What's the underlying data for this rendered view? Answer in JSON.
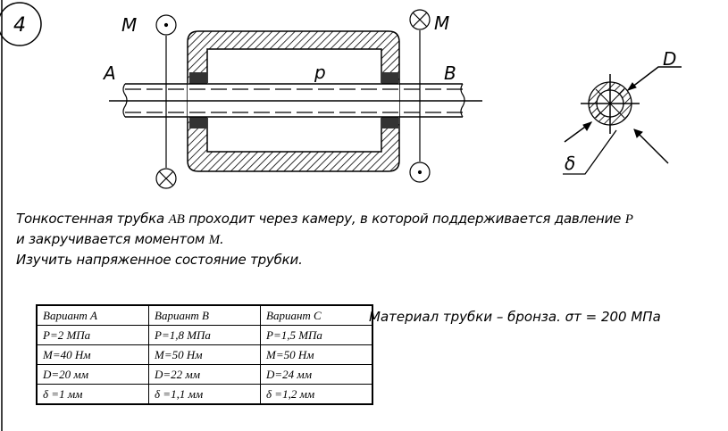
{
  "task_number": "4",
  "drawing_labels": {
    "moment_left": "M",
    "moment_right": "M",
    "end_a": "A",
    "end_b": "B",
    "pressure": "p",
    "diameter": "D",
    "thickness": "δ"
  },
  "description": {
    "line1_pre": "Тонкостенная трубка ",
    "line1_ab": "AB",
    "line1_post": " проходит через камеру, в которой поддерживается давление ",
    "line1_p": "P",
    "line2_pre": "и закручивается моментом ",
    "line2_m": "M",
    "line2_post": ".",
    "line3": "Изучить напряженное состояние трубки."
  },
  "variants_table": {
    "rows": [
      [
        "Вариант A",
        "Вариант B",
        "Вариант C"
      ],
      [
        "P=2  МПа",
        "P=1,8  МПа",
        "P=1,5  МПа"
      ],
      [
        "M=40  Нм",
        "M=50  Нм",
        "M=50  Нм"
      ],
      [
        "D=20  мм",
        "D=22  мм",
        "D=24  мм"
      ],
      [
        "δ =1  мм",
        "δ =1,1  мм",
        "δ =1,2  мм"
      ]
    ]
  },
  "material": "Материал трубки – бронза.  σт = 200 МПа"
}
